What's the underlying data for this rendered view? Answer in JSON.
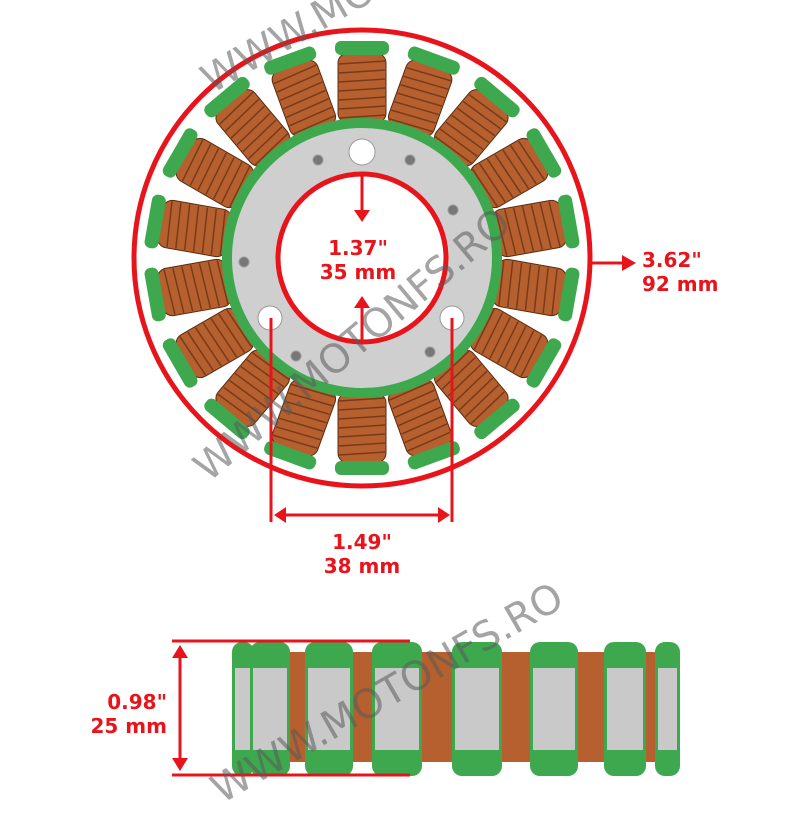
{
  "product": "stator",
  "dimensions": {
    "inner_diameter": {
      "inches": "1.37\"",
      "mm": "35 mm"
    },
    "outer_diameter": {
      "inches": "3.62\"",
      "mm": "92 mm"
    },
    "bolt_spacing": {
      "inches": "1.49\"",
      "mm": "38 mm"
    },
    "height": {
      "inches": "0.98\"",
      "mm": "25 mm"
    }
  },
  "watermark": "WWW.MOTONFS.RO",
  "colors": {
    "dimension": "#e8141b",
    "coil": "#b5602e",
    "insulation": "#3ea84f",
    "core": "#c9c9c9"
  }
}
